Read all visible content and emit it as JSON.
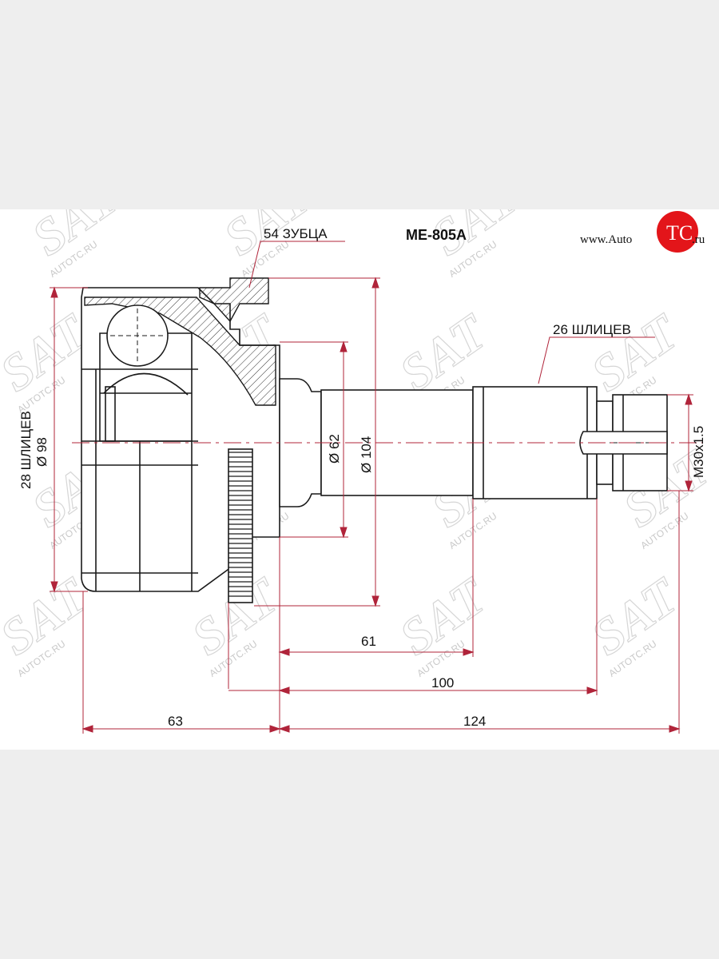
{
  "part_number": "ME-805A",
  "website": {
    "prefix": "www.Auto",
    "badge": "TC",
    "suffix": ".ru"
  },
  "callouts": {
    "teeth": "54 ЗУБЦА",
    "outer_splines": "26 ШЛИЦЕВ",
    "inner_splines": "28 ШЛИЦЕВ"
  },
  "dimensions": {
    "housing_diameter": "Ø 98",
    "seal_diameter": "Ø 62",
    "ring_diameter": "Ø 104",
    "thread": "M30x1.5",
    "shaft_length": "61",
    "stem_length": "100",
    "total_length": "124",
    "housing_length": "63"
  },
  "watermark": {
    "logo": "SAT",
    "text": "AUTOTC.RU"
  },
  "colors": {
    "line": "#1a1a1a",
    "dimension": "#b0243a",
    "badge": "#e3151a",
    "watermark": "#d0d0d0"
  }
}
